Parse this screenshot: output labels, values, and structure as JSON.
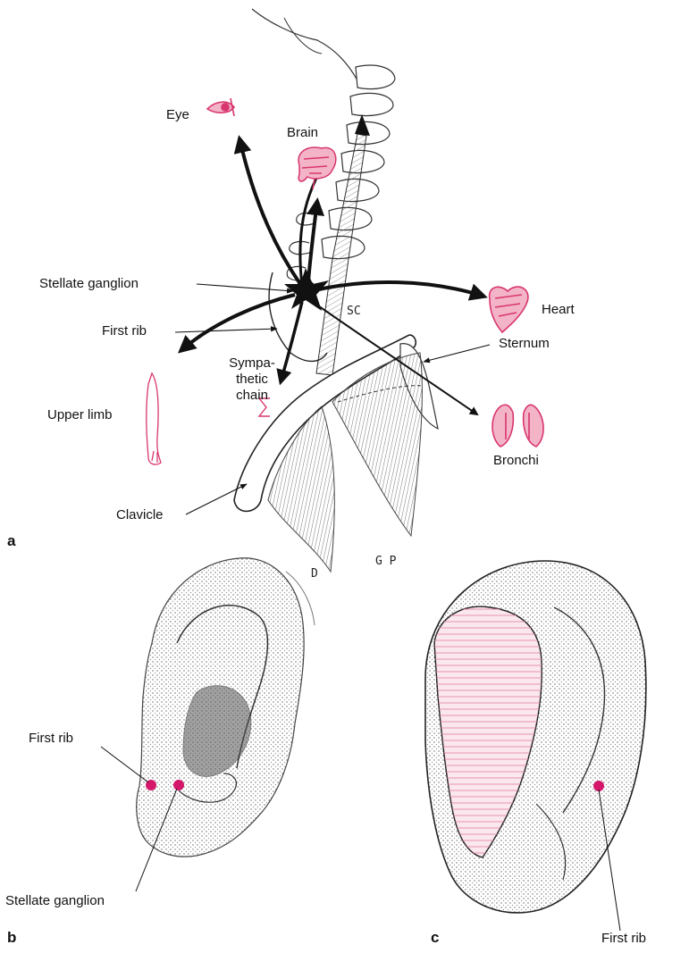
{
  "panels": {
    "a": "a",
    "b": "b",
    "c": "c"
  },
  "panel_a": {
    "labels": {
      "eye": "Eye",
      "brain": "Brain",
      "stellate_ganglion": "Stellate ganglion",
      "first_rib": "First rib",
      "heart": "Heart",
      "sternum": "Sternum",
      "sympathetic_chain_1": "Sympa-",
      "sympathetic_chain_2": "thetic",
      "sympathetic_chain_3": "chain",
      "upper_limb": "Upper limb",
      "bronchi": "Bronchi",
      "clavicle": "Clavicle"
    },
    "handwritten": {
      "sc": "SC",
      "d": "D",
      "gp": "G P"
    }
  },
  "panel_b": {
    "labels": {
      "first_rib": "First rib",
      "stellate_ganglion": "Stellate ganglion"
    }
  },
  "panel_c": {
    "labels": {
      "first_rib": "First rib"
    }
  },
  "colors": {
    "accent_pink": "#d4176b",
    "organ_pink": "#d8366f",
    "hatch_pink": "#e58ca8",
    "ink": "#111111"
  }
}
